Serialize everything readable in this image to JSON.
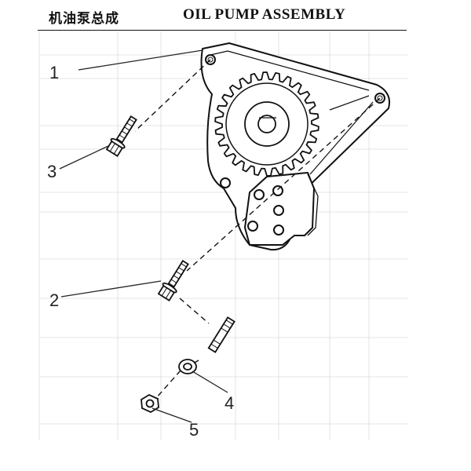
{
  "header": {
    "title_cn": "机油泵总成",
    "title_en": "OIL PUMP ASSEMBLY"
  },
  "callouts": [
    {
      "id": "1",
      "label": "1"
    },
    {
      "id": "2",
      "label": "2"
    },
    {
      "id": "3",
      "label": "3"
    },
    {
      "id": "4",
      "label": "4"
    },
    {
      "id": "5",
      "label": "5"
    }
  ],
  "colors": {
    "ink": "#111111",
    "background": "#ffffff",
    "faint_grid": "#d8d8d8"
  }
}
